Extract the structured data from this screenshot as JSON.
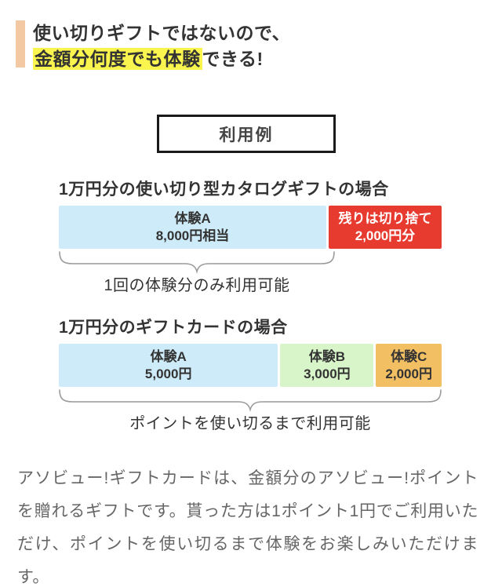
{
  "colors": {
    "accent_bar": "#F2C9A3",
    "highlight": "#FAF44E",
    "heading_text": "#333333",
    "box_border": "#1A1A1A",
    "brace": "#9A9A9A",
    "paragraph_text": "#666666",
    "background": "#FFFFFF"
  },
  "headline": {
    "line1": "使い切りギフトではないので、",
    "line2_highlighted": "金額分何度でも体験",
    "line2_rest": "できる!"
  },
  "example_box": {
    "label": "利用例"
  },
  "sections": [
    {
      "title": "1万円分の使い切り型カタログギフトの場合",
      "segments": [
        {
          "name": "体験A",
          "amount": "8,000円相当",
          "color": "#CDEBF8",
          "text_color": "#333333",
          "width": "70.3%"
        },
        {
          "name": "残りは切り捨て",
          "amount": "2,000円分",
          "color": "#E83B30",
          "text_color": "#FFFFFF",
          "width": "29.7%"
        }
      ],
      "caption": "1回の体験分のみ利用可能"
    },
    {
      "title": "1万円分のギフトカードの場合",
      "segments": [
        {
          "name": "体験A",
          "amount": "5,000円",
          "color": "#CDEBF8",
          "text_color": "#333333",
          "width": "57.5%"
        },
        {
          "name": "体験B",
          "amount": "3,000円",
          "color": "#D8F5C9",
          "text_color": "#333333",
          "width": "24.5%"
        },
        {
          "name": "体験C",
          "amount": "2,000円",
          "color": "#F2BF63",
          "text_color": "#333333",
          "width": "17.2%"
        }
      ],
      "caption": "ポイントを使い切るまで利用可能"
    }
  ],
  "footer": {
    "paragraph": "アソビュー!ギフトカードは、金額分のアソビュー!ポイントを贈れるギフトです。貰った方は1ポイント1円でご利用いただけ、ポイントを使い切るまで体験をお楽しみいただけます。"
  }
}
